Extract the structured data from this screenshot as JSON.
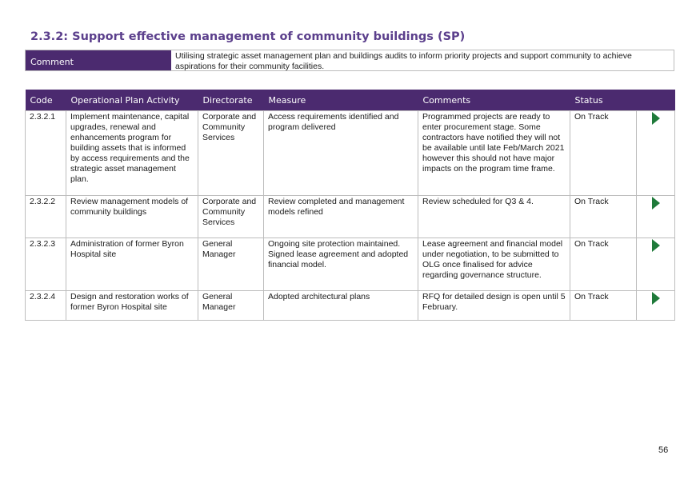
{
  "heading": "2.3.2: Support effective management of community buildings (SP)",
  "comment": {
    "label": "Comment",
    "text": "Utilising strategic asset management plan and buildings audits to inform priority projects and support community to achieve aspirations for their community facilities."
  },
  "table": {
    "headers": {
      "code": "Code",
      "activity": "Operational Plan Activity",
      "directorate": "Directorate",
      "measure": "Measure",
      "comments": "Comments",
      "status": "Status"
    },
    "rows": [
      {
        "code": "2.3.2.1",
        "activity": "Implement maintenance, capital upgrades, renewal and enhancements program for building assets that is informed by access requirements and the strategic asset management plan.",
        "directorate": "Corporate and Community Services",
        "measure": "Access requirements identified and program delivered",
        "comments": "Programmed projects are ready to enter procurement stage. Some contractors have notified they will not be available until late Feb/March 2021 however this should not have major impacts on the program time frame.",
        "status": "On Track",
        "status_icon": "play-icon",
        "status_color": "#1f7a3a"
      },
      {
        "code": "2.3.2.2",
        "activity": "Review management models of community buildings",
        "directorate": "Corporate and Community Services",
        "measure": "Review completed and management models refined",
        "comments": "Review scheduled for Q3 & 4.",
        "status": "On Track",
        "status_icon": "play-icon",
        "status_color": "#1f7a3a"
      },
      {
        "code": "2.3.2.3",
        "activity": "Administration of former Byron Hospital site",
        "directorate": "General Manager",
        "measure": "Ongoing site protection maintained. Signed lease agreement and adopted financial model.",
        "comments": "Lease agreement and financial model under negotiation, to be submitted to OLG once finalised for advice regarding governance structure.",
        "status": "On Track",
        "status_icon": "play-icon",
        "status_color": "#1f7a3a"
      },
      {
        "code": "2.3.2.4",
        "activity": "Design and restoration works of former Byron Hospital site",
        "directorate": "General Manager",
        "measure": "Adopted architectural plans",
        "comments": "RFQ for detailed design is open until 5 February.",
        "status": "On Track",
        "status_icon": "play-icon",
        "status_color": "#1f7a3a"
      }
    ]
  },
  "colors": {
    "heading": "#5b3f8c",
    "header_bg": "#4b2a6f",
    "border": "#bdbdbd"
  },
  "page_number": "56"
}
